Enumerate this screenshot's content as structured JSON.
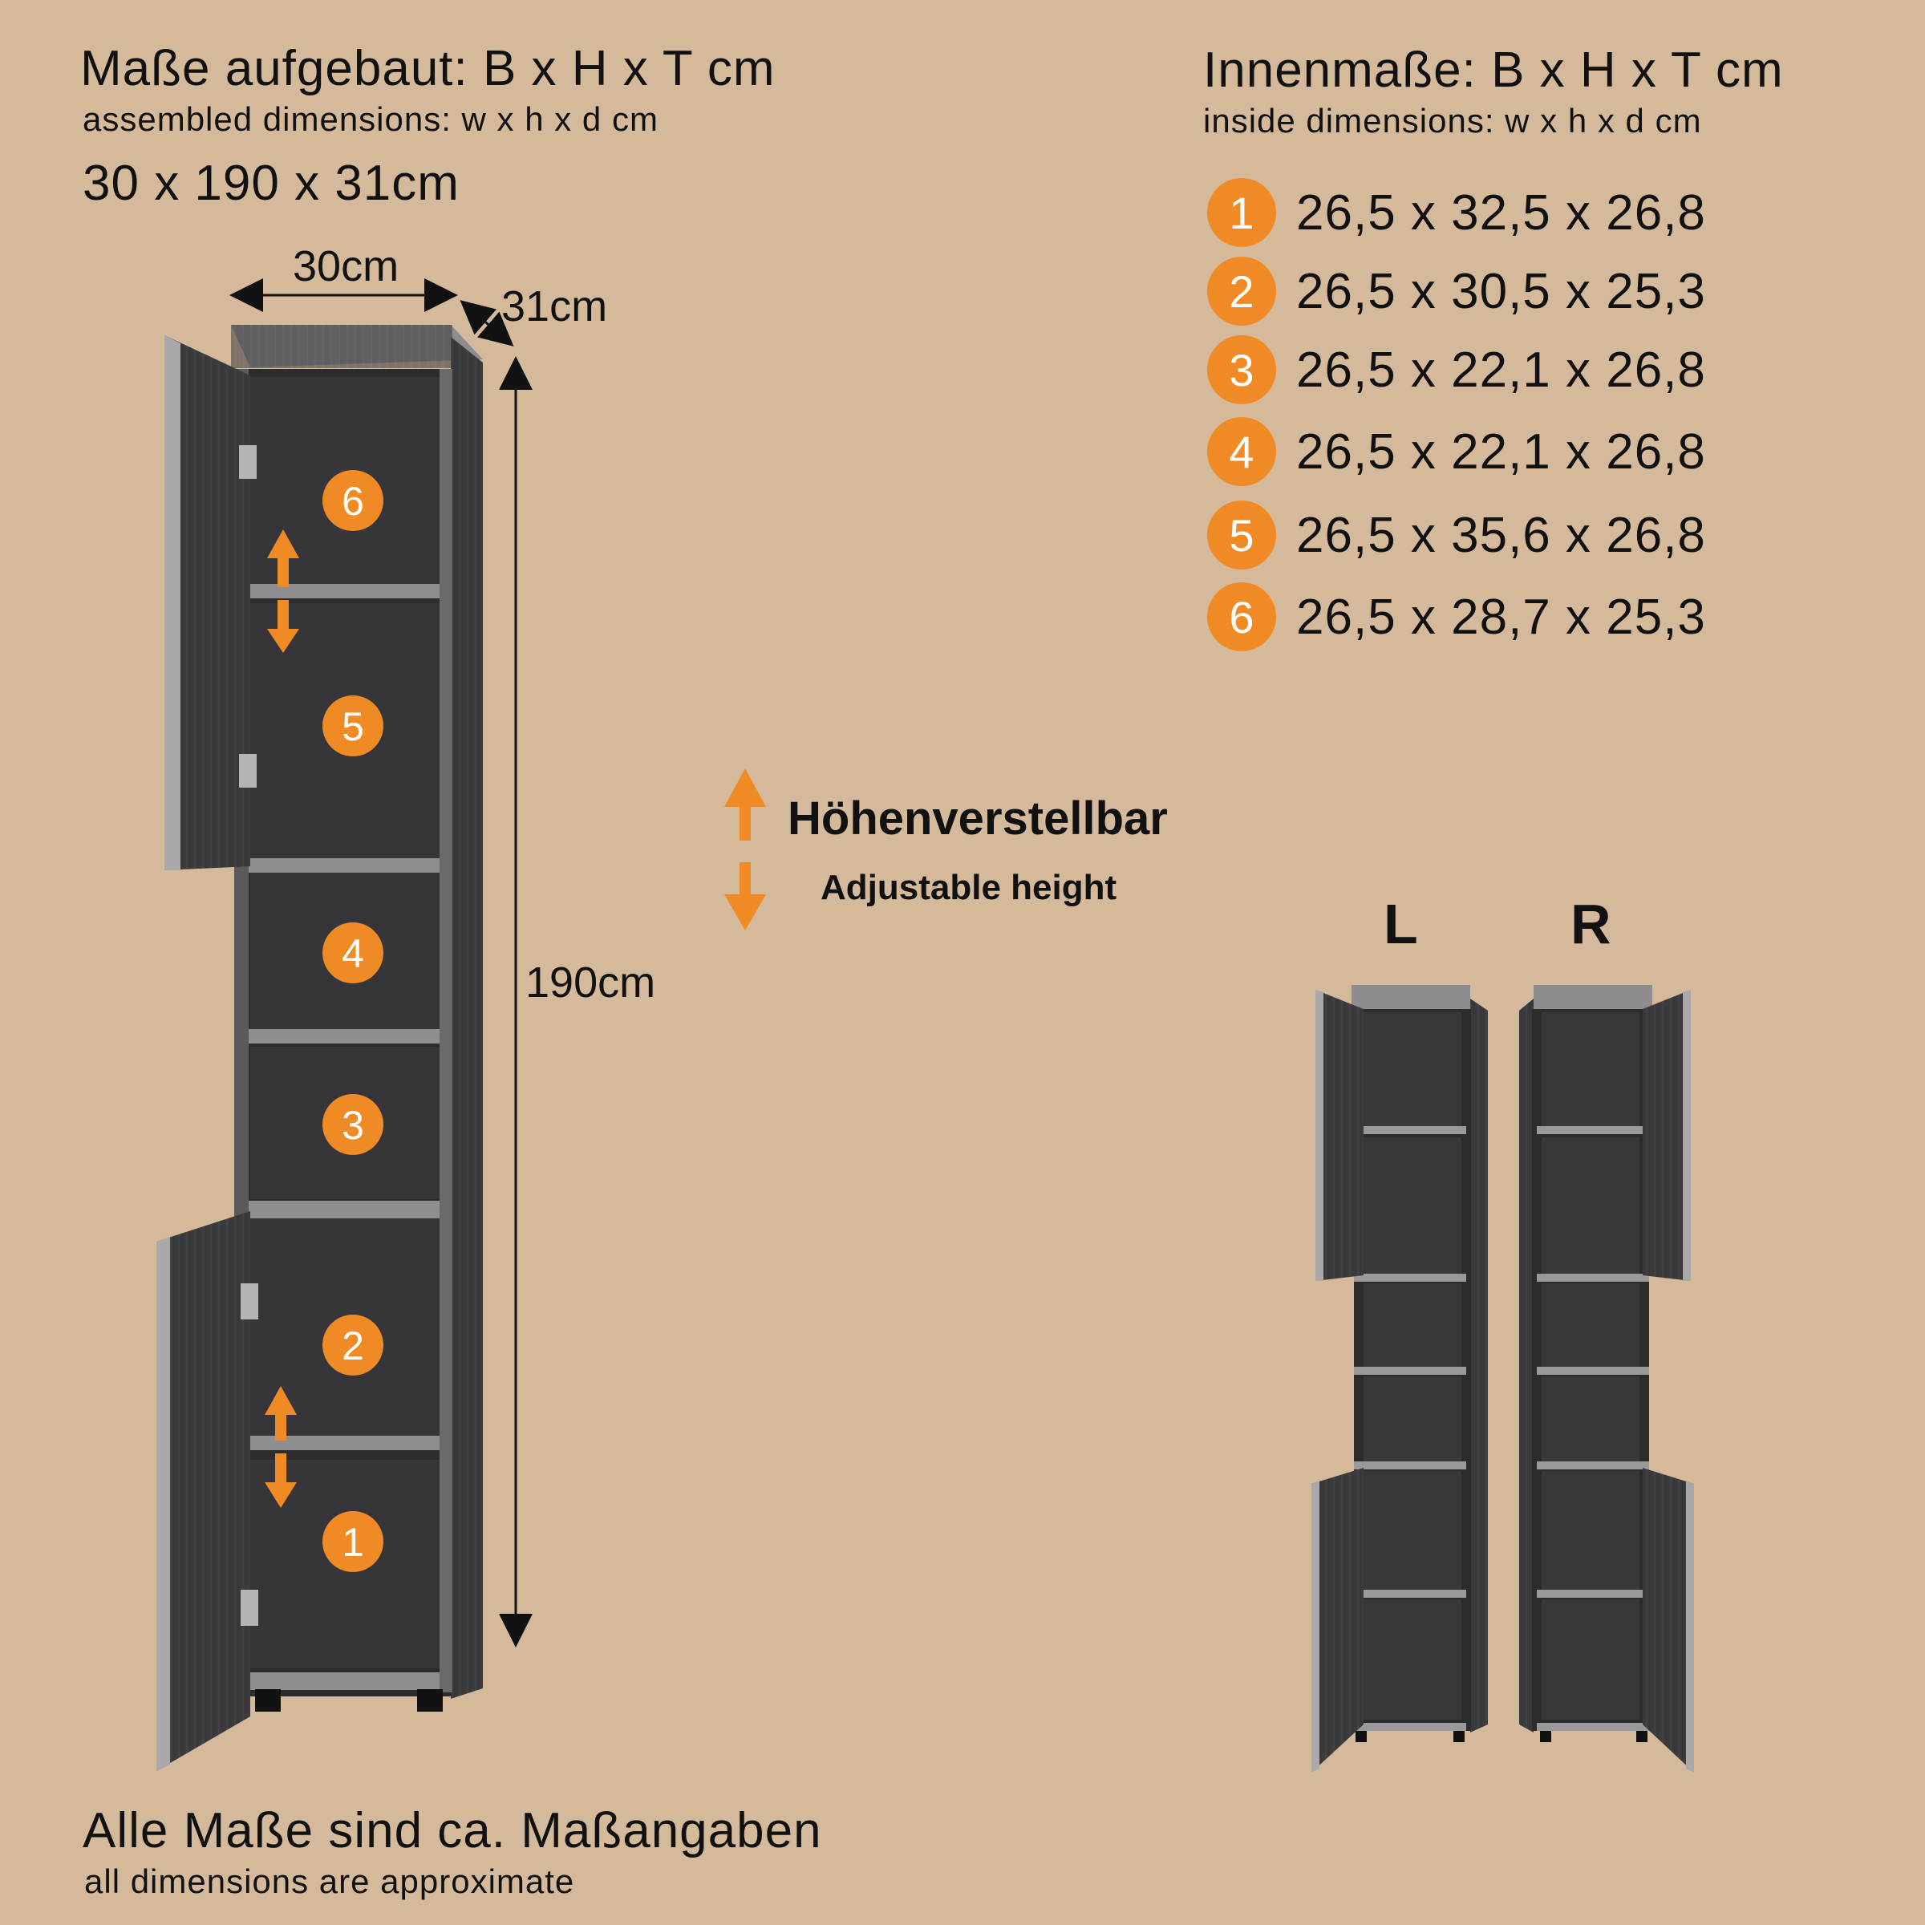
{
  "assembled": {
    "title": "Maße aufgebaut: B x H x T cm",
    "subtitle": "assembled dimensions: w x h x d cm",
    "value": "30 x 190 x 31cm"
  },
  "inside": {
    "title": "Innenmaße: B x H x T cm",
    "subtitle": "inside dimensions: w x h x d cm",
    "rows": [
      {
        "num": "1",
        "value": "26,5 x 32,5 x 26,8"
      },
      {
        "num": "2",
        "value": "26,5 x 30,5 x 25,3"
      },
      {
        "num": "3",
        "value": "26,5 x 22,1 x 26,8"
      },
      {
        "num": "4",
        "value": "26,5 x 22,1 x 26,8"
      },
      {
        "num": "5",
        "value": "26,5 x 35,6 x 26,8"
      },
      {
        "num": "6",
        "value": "26,5 x 28,7 x 25,3"
      }
    ]
  },
  "measures": {
    "width": "30cm",
    "depth": "31cm",
    "height": "190cm"
  },
  "compartments": {
    "c1": "1",
    "c2": "2",
    "c3": "3",
    "c4": "4",
    "c5": "5",
    "c6": "6"
  },
  "adjustable": {
    "label_de": "Höhenverstellbar",
    "label_en": "Adjustable height"
  },
  "variants": {
    "left": "L",
    "right": "R"
  },
  "footer": {
    "de": "Alle Maße sind ca. Maßangaben",
    "en": "all dimensions are approximate"
  },
  "colors": {
    "background": "#d4b99b",
    "accent": "#f08a24",
    "cabinet": "#3a3a3c",
    "cabinet_inner": "#2c2c2e",
    "shelf_edge": "#9a9a9c"
  }
}
